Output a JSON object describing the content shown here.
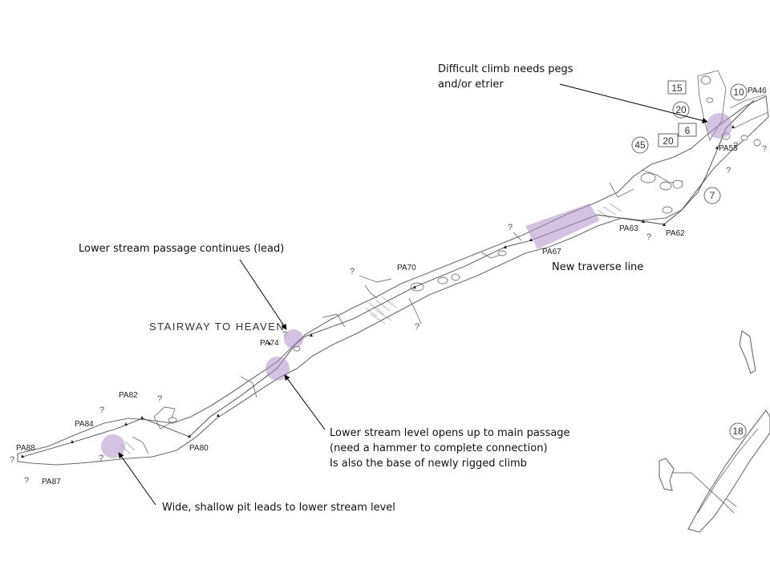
{
  "colors": {
    "highlight": "#b08fc9",
    "passage_line": "#6b6b6b",
    "arrow": "#000000",
    "text": "#111111"
  },
  "place_name": "STAIRWAY TO HEAVEN",
  "annotations": {
    "difficult_climb": [
      "Difficult climb needs pegs",
      "and/or etrier"
    ],
    "lower_stream_passage": [
      "Lower stream passage continues (lead)"
    ],
    "new_traverse": [
      "New traverse line"
    ],
    "lower_stream_level": [
      "Lower stream level opens up to main passage",
      "(need a hammer to complete connection)",
      "Is also the base of newly rigged climb"
    ],
    "shallow_pit": [
      "Wide, shallow pit leads to lower stream level"
    ]
  },
  "stations": [
    "PA46",
    "PA55",
    "PA62",
    "PA63",
    "PA67",
    "PA70",
    "PA74",
    "PA80",
    "PA82",
    "PA84",
    "PA87",
    "PA88"
  ],
  "depth_markers": {
    "boxed": [
      "15",
      "6",
      "20"
    ],
    "circled": [
      "10",
      "20",
      "45",
      "7",
      "18"
    ]
  },
  "unknown_mark": "?"
}
